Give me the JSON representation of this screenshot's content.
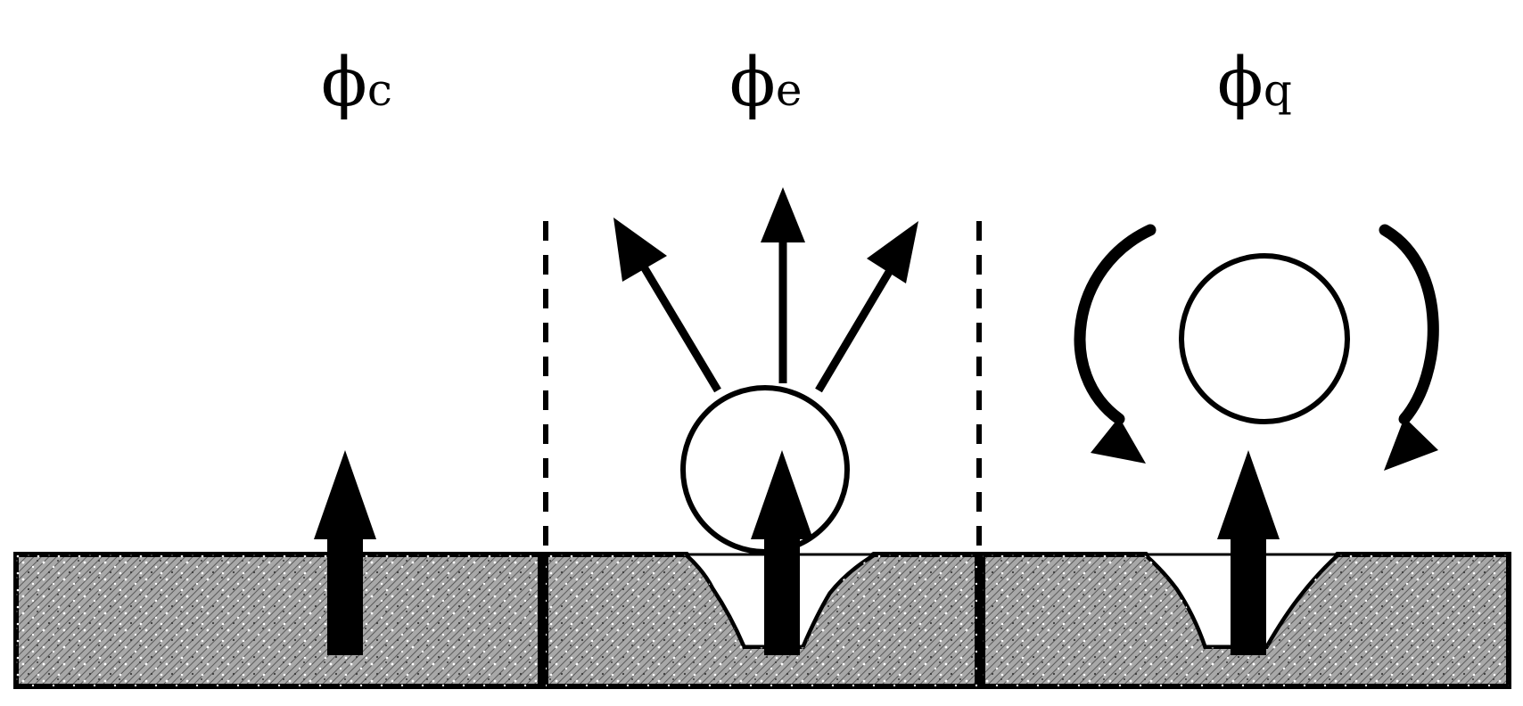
{
  "labels": {
    "left": {
      "symbol": "ϕ",
      "subscript": "c"
    },
    "middle": {
      "symbol": "ϕ",
      "subscript": "e"
    },
    "right": {
      "symbol": "ϕ",
      "subscript": "q"
    }
  },
  "colors": {
    "ink": "#000000",
    "background": "#ffffff",
    "substrate_fill": "#9a9a9a",
    "cavity_fill": "#ffffff"
  }
}
